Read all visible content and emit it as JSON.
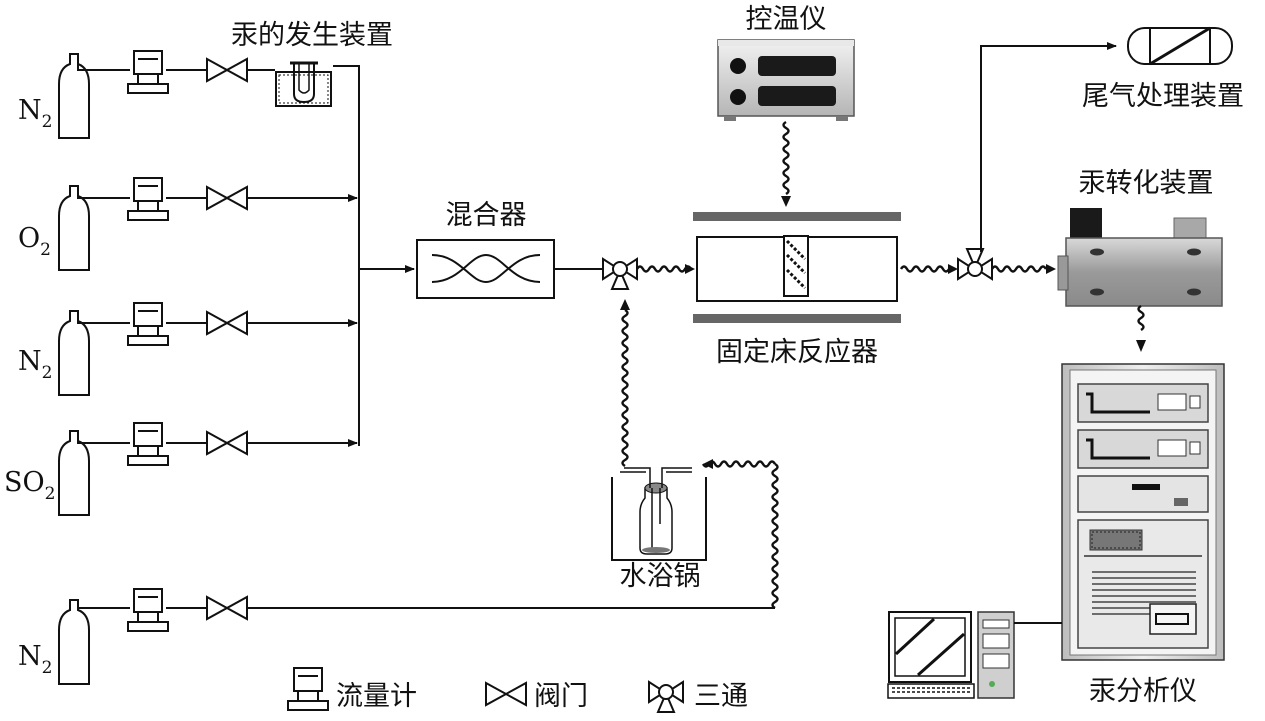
{
  "labels": {
    "mercury_generator": "汞的发生装置",
    "mixer": "混合器",
    "temp_controller": "控温仪",
    "reactor": "固定床反应器",
    "tail_gas": "尾气处理装置",
    "converter": "汞转化装置",
    "water_bath": "水浴锅",
    "analyzer": "汞分析仪"
  },
  "gases": [
    {
      "base": "N",
      "sub": "2"
    },
    {
      "base": "O",
      "sub": "2"
    },
    {
      "base": "N",
      "sub": "2"
    },
    {
      "base": "SO",
      "sub": "2"
    },
    {
      "base": "N",
      "sub": "2"
    }
  ],
  "legend": {
    "flowmeter": "流量计",
    "valve": "阀门",
    "three_way": "三通"
  }
}
